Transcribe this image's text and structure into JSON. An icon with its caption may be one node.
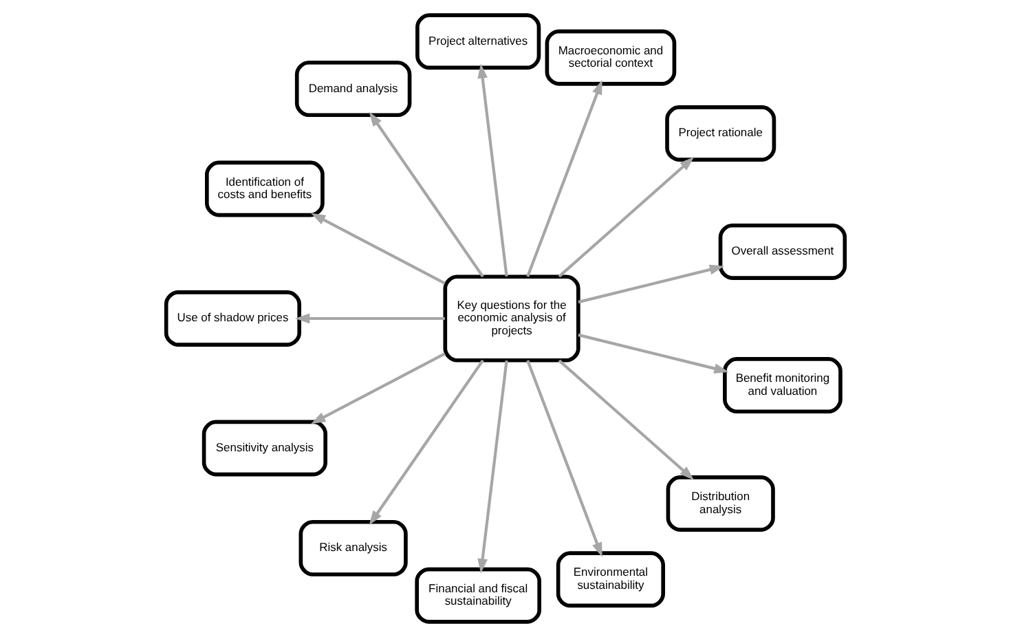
{
  "diagram": {
    "nodes": [
      {
        "text": [
          "Key questions for the economic analysis of projects"
        ]
      },
      {
        "text": [
          "Overall assessment"
        ]
      },
      {
        "text": [
          "Project rationale"
        ]
      },
      {
        "text": [
          "Macroeconomic and sectorial context"
        ]
      },
      {
        "text": [
          "Project alternatives"
        ]
      },
      {
        "text": [
          "Demand analysis"
        ]
      },
      {
        "text": [
          "Identification of costs and benefits"
        ]
      },
      {
        "text": [
          "Use of shadow prices"
        ]
      },
      {
        "text": [
          "Sensitivity analysis"
        ]
      },
      {
        "text": [
          "Risk analysis"
        ]
      },
      {
        "text": [
          "Financial and fiscal sustainability"
        ]
      },
      {
        "text": [
          "Environmental sustainability"
        ]
      },
      {
        "text": [
          "Distribution analysis"
        ]
      },
      {
        "text": [
          "Benefit monitoring and valuation"
        ]
      }
    ],
    "edges": [
      {
        "from": 0,
        "to": 2,
        "arrow": "to"
      },
      {
        "from": 0,
        "to": 3,
        "arrow": "to"
      },
      {
        "from": 0,
        "to": 4,
        "arrow": "to"
      },
      {
        "from": 0,
        "to": 5,
        "arrow": "to"
      },
      {
        "from": 0,
        "to": 6,
        "arrow": "to"
      },
      {
        "from": 0,
        "to": 7,
        "arrow": "to"
      },
      {
        "from": 0,
        "to": 8,
        "arrow": "to"
      },
      {
        "from": 0,
        "to": 9,
        "arrow": "to"
      },
      {
        "from": 0,
        "to": 10,
        "arrow": "to"
      },
      {
        "from": 0,
        "to": 11,
        "arrow": "to"
      },
      {
        "from": 0,
        "to": 12,
        "arrow": "to"
      },
      {
        "from": 0,
        "to": 13,
        "arrow": "to"
      },
      {
        "from": 0,
        "to": 1,
        "arrow": "to"
      }
    ]
  }
}
